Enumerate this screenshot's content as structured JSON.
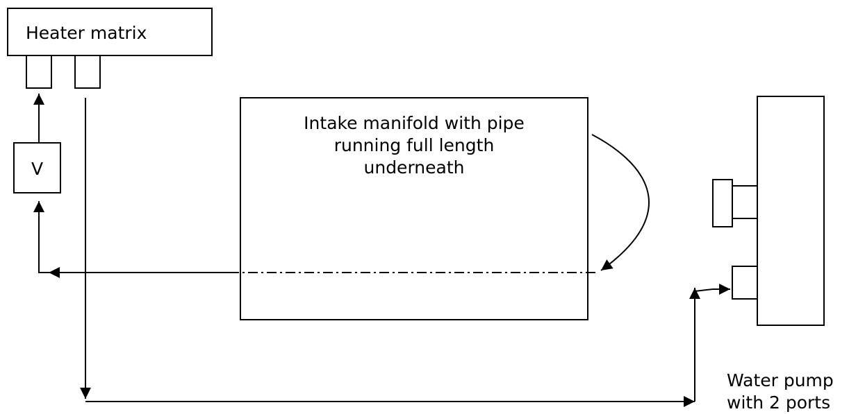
{
  "labels": {
    "heater_matrix": "Heater matrix",
    "valve": "V",
    "intake_manifold_line1": "Intake manifold with pipe",
    "intake_manifold_line2": "running full length",
    "intake_manifold_line3": "underneath",
    "water_pump_line1": "Water pump",
    "water_pump_line2": "with 2 ports"
  },
  "colors": {
    "stroke": "#000000",
    "background": "#ffffff"
  }
}
